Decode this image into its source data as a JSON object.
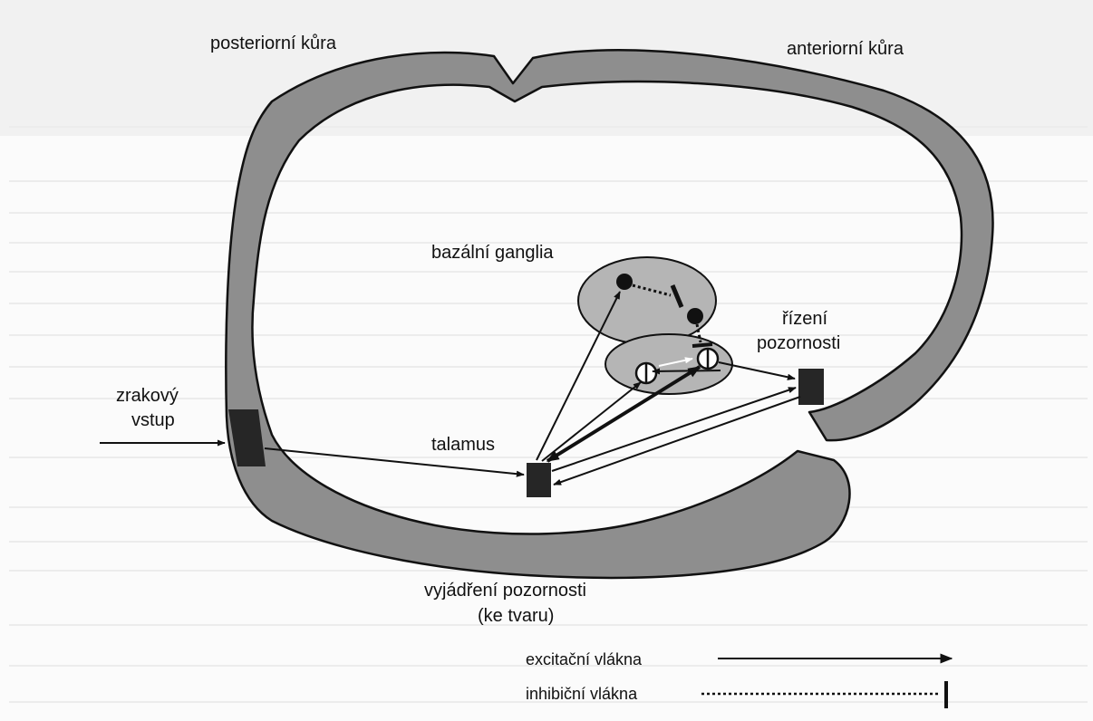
{
  "labels": {
    "posterior_cortex": "posteriorní kůra",
    "anterior_cortex": "anteriorní kůra",
    "basal_ganglia": "bazální ganglia",
    "attention_control_line1": "řízení",
    "attention_control_line2": "pozornosti",
    "visual_input_line1": "zrakový",
    "visual_input_line2": "vstup",
    "thalamus": "talamus",
    "attention_expression_line1": "vyjádření pozornosti",
    "attention_expression_line2": "(ke tvaru)"
  },
  "legend": {
    "excitatory": "excitační vlákna",
    "inhibitory": "inhibiční vlákna"
  },
  "colors": {
    "cortex_fill": "#8e8e8e",
    "nucleus_fill": "#b5b5b5",
    "dark_block": "#262626",
    "ink": "#111111"
  }
}
